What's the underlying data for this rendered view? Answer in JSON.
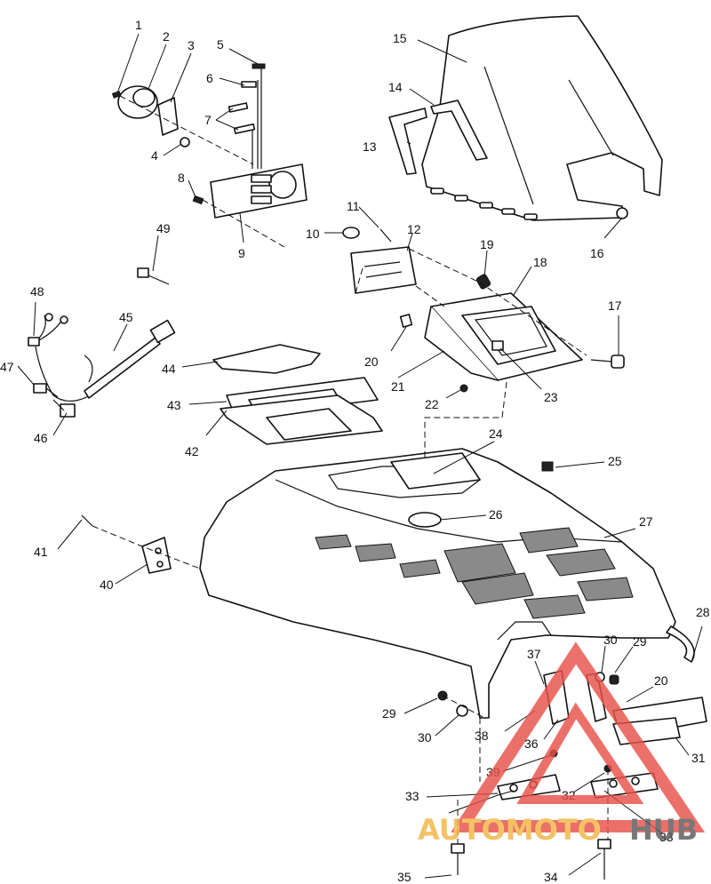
{
  "callouts": [
    {
      "id": "c1",
      "label": "1"
    },
    {
      "id": "c2",
      "label": "2"
    },
    {
      "id": "c3",
      "label": "3"
    },
    {
      "id": "c4",
      "label": "4"
    },
    {
      "id": "c5",
      "label": "5"
    },
    {
      "id": "c6",
      "label": "6"
    },
    {
      "id": "c7",
      "label": "7"
    },
    {
      "id": "c8",
      "label": "8"
    },
    {
      "id": "c9",
      "label": "9"
    },
    {
      "id": "c10",
      "label": "10"
    },
    {
      "id": "c11",
      "label": "11"
    },
    {
      "id": "c12",
      "label": "12"
    },
    {
      "id": "c13",
      "label": "13"
    },
    {
      "id": "c14",
      "label": "14"
    },
    {
      "id": "c15",
      "label": "15"
    },
    {
      "id": "c16",
      "label": "16"
    },
    {
      "id": "c17",
      "label": "17"
    },
    {
      "id": "c18",
      "label": "18"
    },
    {
      "id": "c19",
      "label": "19"
    },
    {
      "id": "c20a",
      "label": "20"
    },
    {
      "id": "c20b",
      "label": "20"
    },
    {
      "id": "c21",
      "label": "21"
    },
    {
      "id": "c22",
      "label": "22"
    },
    {
      "id": "c23",
      "label": "23"
    },
    {
      "id": "c24",
      "label": "24"
    },
    {
      "id": "c25",
      "label": "25"
    },
    {
      "id": "c26",
      "label": "26"
    },
    {
      "id": "c27",
      "label": "27"
    },
    {
      "id": "c28",
      "label": "28"
    },
    {
      "id": "c29a",
      "label": "29"
    },
    {
      "id": "c29b",
      "label": "29"
    },
    {
      "id": "c30a",
      "label": "30"
    },
    {
      "id": "c30b",
      "label": "30"
    },
    {
      "id": "c31",
      "label": "31"
    },
    {
      "id": "c32",
      "label": "32"
    },
    {
      "id": "c33a",
      "label": "33"
    },
    {
      "id": "c33b",
      "label": "33"
    },
    {
      "id": "c34",
      "label": "34"
    },
    {
      "id": "c35",
      "label": "35"
    },
    {
      "id": "c36",
      "label": "36"
    },
    {
      "id": "c37",
      "label": "37"
    },
    {
      "id": "c38",
      "label": "38"
    },
    {
      "id": "c39",
      "label": "39"
    },
    {
      "id": "c40",
      "label": "40"
    },
    {
      "id": "c41",
      "label": "41"
    },
    {
      "id": "c42",
      "label": "42"
    },
    {
      "id": "c43",
      "label": "43"
    },
    {
      "id": "c44",
      "label": "44"
    },
    {
      "id": "c45",
      "label": "45"
    },
    {
      "id": "c46",
      "label": "46"
    },
    {
      "id": "c47",
      "label": "47"
    },
    {
      "id": "c48",
      "label": "48"
    },
    {
      "id": "c49",
      "label": "49"
    }
  ],
  "watermark": {
    "word_a": "AUTOMOTO",
    "word_b": "HUB",
    "color_a": "#f2b544",
    "color_b": "#5a5a5a",
    "triangle_color": "#e8514a"
  }
}
